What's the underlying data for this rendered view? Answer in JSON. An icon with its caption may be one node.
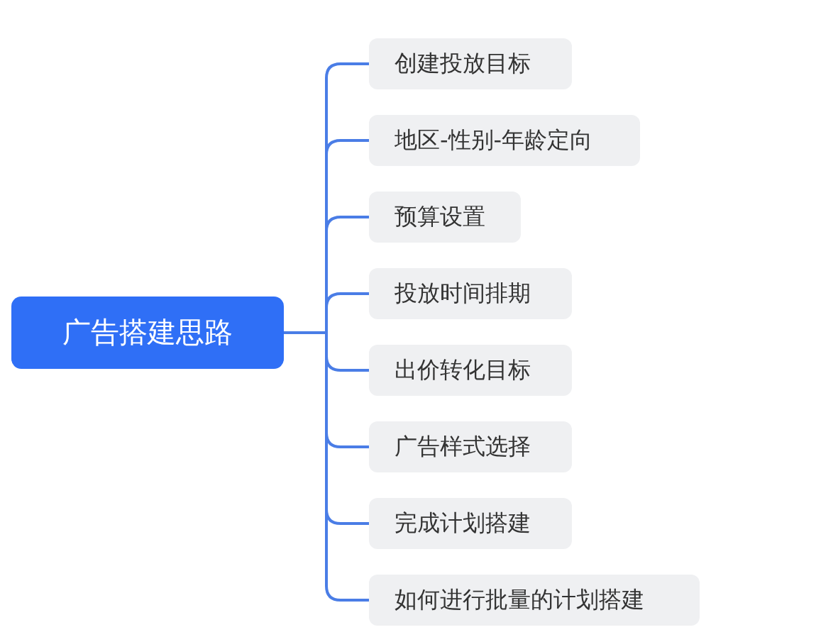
{
  "diagram": {
    "nodes": [
      {
        "text": [
          "广告搭建思路"
        ]
      },
      {
        "text": [
          "创建投放目标"
        ]
      },
      {
        "text": [
          "地区-性别-年龄定向"
        ]
      },
      {
        "text": [
          "预算设置"
        ]
      },
      {
        "text": [
          "投放时间排期"
        ]
      },
      {
        "text": [
          "出价转化目标"
        ]
      },
      {
        "text": [
          "广告样式选择"
        ]
      },
      {
        "text": [
          "完成计划搭建"
        ]
      },
      {
        "text": [
          "如何进行批量的计划搭建"
        ]
      }
    ],
    "edges": [
      {
        "from": 0,
        "to": 1,
        "arrow": "none"
      },
      {
        "from": 0,
        "to": 2,
        "arrow": "none"
      },
      {
        "from": 0,
        "to": 3,
        "arrow": "none"
      },
      {
        "from": 0,
        "to": 4,
        "arrow": "none"
      },
      {
        "from": 0,
        "to": 5,
        "arrow": "none"
      },
      {
        "from": 0,
        "to": 6,
        "arrow": "none"
      },
      {
        "from": 0,
        "to": 7,
        "arrow": "none"
      },
      {
        "from": 0,
        "to": 8,
        "arrow": "none"
      }
    ]
  }
}
